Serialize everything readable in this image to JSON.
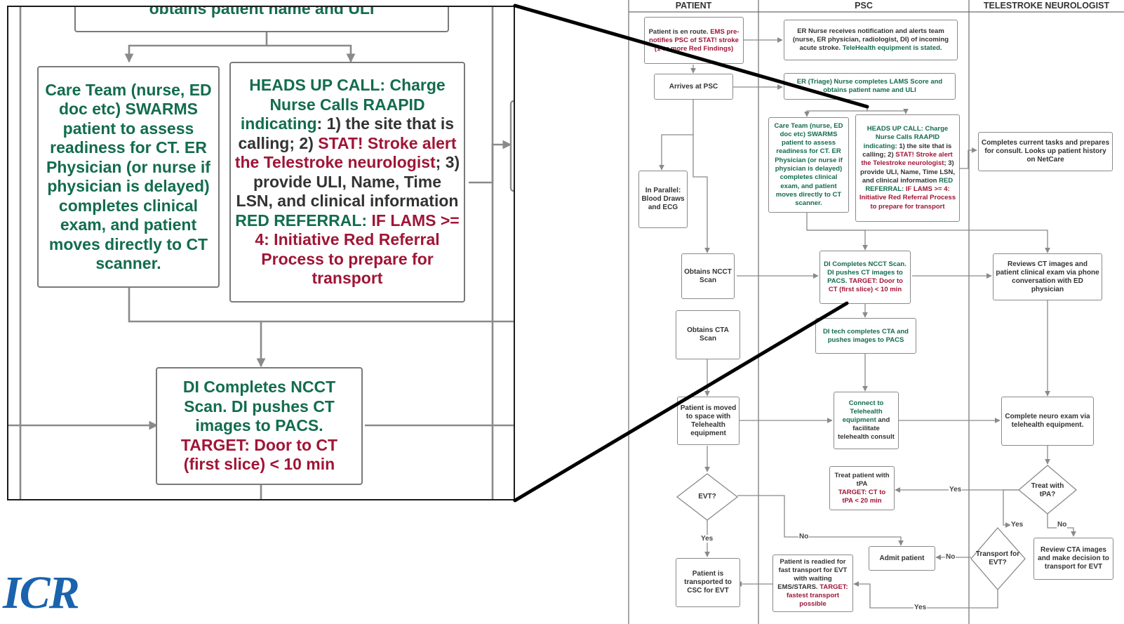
{
  "lanes": {
    "patient": "PATIENT",
    "psc": "PSC",
    "telestroke": "TELESTROKE NEUROLOGIST"
  },
  "colors": {
    "green": "#136c4f",
    "red": "#a01536",
    "line": "#8a8a8a",
    "logo": "#1a63ad"
  },
  "logo": {
    "text": "ICR"
  },
  "patient": {
    "en_route_a": "Patient is en route.",
    "en_route_b": "EMS pre-notifies PSC of STAT! stroke (1 or more Red Findings)",
    "arrives": "Arrives at PSC",
    "parallel": "In Parallel: Blood Draws and ECG",
    "ncct": "Obtains NCCT Scan",
    "cta": "Obtains CTA Scan",
    "moved": "Patient is moved to space with Telehealth equipment",
    "evt": "EVT?",
    "transported": "Patient is transported to CSC for EVT"
  },
  "psc": {
    "er_nurse_a": "ER Nurse receives notification and alerts team (nurse, ER physician, radiologist, DI) of incoming acute stroke.",
    "er_nurse_b": "TeleHealth equipment is stated.",
    "triage": "ER (Triage) Nurse completes LAMS Score and obtains patient name and ULI",
    "care_team": "Care Team (nurse, ED doc etc) SWARMS patient to assess readiness for CT. ER Physician (or nurse if physician is delayed) completes clinical exam, and patient moves directly to CT scanner.",
    "heads_up_a": "HEADS UP CALL: Charge Nurse Calls RAAPID indicating",
    "heads_up_b": ": 1) the site that is calling; 2)",
    "heads_up_c": "STAT! Stroke alert the Telestroke neurologist",
    "heads_up_d": "; 3) provide ULI, Name, Time LSN, and clinical information",
    "heads_up_e": "RED REFERRAL:",
    "heads_up_f": "IF LAMS >= 4: Initiative Red Referral Process to prepare for transport",
    "di_ncct_a": "DI Completes NCCT Scan. DI pushes CT images to PACS.",
    "di_ncct_b": "TARGET: Door to CT (first slice) < 10 min",
    "di_cta": "DI tech completes CTA and pushes images to PACS",
    "connect_a": "Connect to Telehealth equipment",
    "connect_b": "and facilitate telehealth consult",
    "treat_a": "Treat patient with tPA",
    "treat_b": "TARGET: CT to tPA < 20 min",
    "admit": "Admit patient",
    "readied_a": "Patient is readied for fast transport for EVT with waiting EMS/STARS.",
    "readied_b": "TARGET: fastest transport possible"
  },
  "neuro": {
    "completes": "Completes current tasks and prepares for consult. Looks up patient history on NetCare",
    "reviews": "Reviews CT images and patient clinical exam via phone conversation with ED physician",
    "neuro_exam": "Complete neuro exam via telehealth equipment.",
    "treat_q": "Treat with tPA?",
    "transport_q": "Transport for EVT?",
    "review_cta": "Review CTA images and make decision to transport for EVT"
  },
  "edge_labels": {
    "yes": "Yes",
    "no": "No"
  },
  "zoom": {
    "top_partial": "obtains patient name and ULI"
  }
}
